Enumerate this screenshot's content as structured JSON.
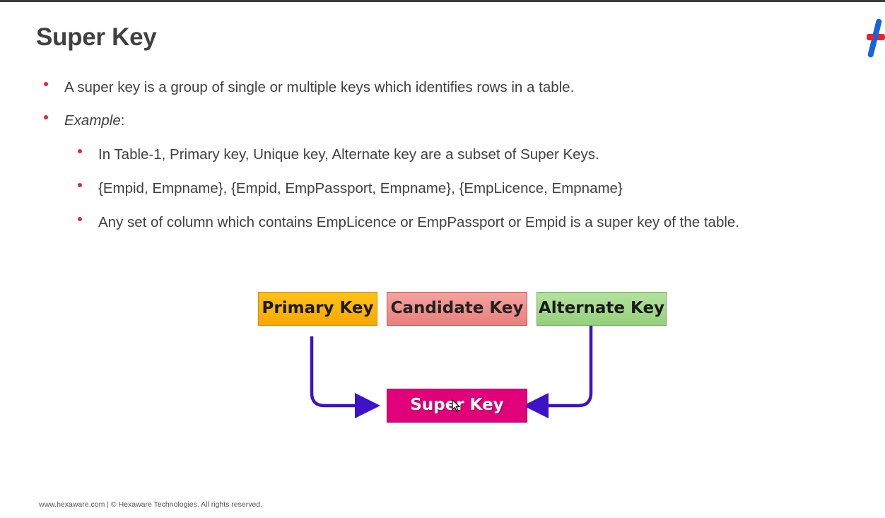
{
  "slide": {
    "title": "Super Key",
    "bullets": [
      {
        "text": "A super key is a group of single or multiple keys which identifies rows in a table."
      },
      {
        "label": "Example",
        "suffix": ":"
      },
      {
        "text": "In Table-1, Primary key, Unique key, Alternate key are a subset of Super Keys."
      },
      {
        "text": "{Empid, Empname}, {Empid, EmpPassport, Empname}, {EmpLicence, Empname}"
      },
      {
        "text": "Any set of column which contains EmpLicence or EmpPassport or Empid is a super key of the table."
      }
    ],
    "diagram": {
      "boxes": {
        "primary": "Primary Key",
        "candidate": "Candidate Key",
        "alternate": "Alternate Key",
        "super": "Super Key"
      },
      "colors": {
        "primary": "#f7a800",
        "candidate": "#e8807c",
        "alternate": "#95d07c",
        "super": "#e2007a",
        "arrow": "#3d12c9"
      }
    },
    "footer": "www.hexaware.com  | © Hexaware Technologies. All rights reserved.",
    "logo_icon": "hexaware-plus-logo-icon",
    "cursor_icon": "mouse-pointer-icon"
  }
}
